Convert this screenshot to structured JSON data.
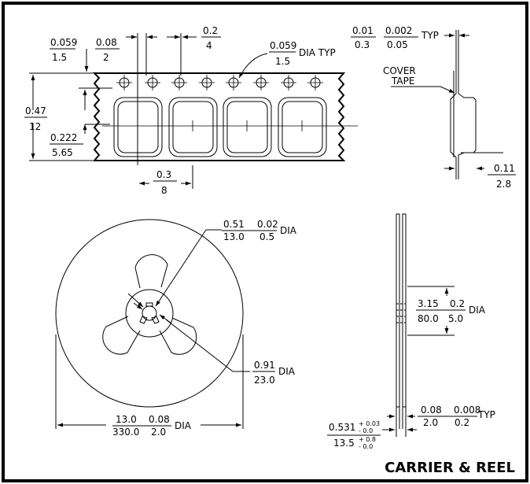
{
  "title": "CARRIER & REEL",
  "tape_top": {
    "pitch_hole_in": "0.059",
    "pitch_hole_mm": "1.5",
    "hole_pitch_in": "0.08",
    "hole_pitch_mm": "2",
    "hole_spacing_in": "0.2",
    "hole_spacing_mm": "4",
    "hole_dia_in": "0.059",
    "hole_dia_mm": "1.5",
    "hole_dia_suffix": "DIA TYP",
    "width_in": "0.47",
    "width_mm": "12",
    "pocket_offset_in": "0.222",
    "pocket_offset_mm": "5.65",
    "pocket_pitch_in": "0.3",
    "pocket_pitch_mm": "8"
  },
  "tape_side": {
    "thick_in": "0.01",
    "thick_mm": "0.3",
    "tol_in": "0.002",
    "tol_mm": "0.05",
    "typ": "TYP",
    "cover_label_1": "COVER",
    "cover_label_2": "TAPE",
    "depth_in": "0.11",
    "depth_mm": "2.8"
  },
  "reel_front": {
    "hub_dia_in": "0.51",
    "hub_dia_mm": "13.0",
    "hub_tol_in": "0.02",
    "hub_tol_mm": "0.5",
    "hub_suffix": "DIA",
    "inner_dia_in": "0.91",
    "inner_dia_mm": "23.0",
    "inner_suffix": "DIA",
    "outer_dia_in": "13.0",
    "outer_dia_mm": "330.0",
    "outer_tol_in": "0.08",
    "outer_tol_mm": "2.0",
    "outer_suffix": "DIA"
  },
  "reel_side": {
    "hub_dia_in": "3.15",
    "hub_dia_mm": "80.0",
    "hub_tol_in": "0.2",
    "hub_tol_mm": "5.0",
    "hub_suffix": "DIA",
    "width_in": "0.531",
    "width_tol_up_in": "+ 0.03",
    "width_tol_dn_in": "- 0.0",
    "width_mm": "13.5",
    "width_tol_up_mm": "+ 0.8",
    "width_tol_dn_mm": "- 0.0",
    "flange_in": "0.08",
    "flange_mm": "2.0",
    "flange_tol_in": "0.008",
    "flange_tol_mm": "0.2",
    "typ": "TYP"
  }
}
